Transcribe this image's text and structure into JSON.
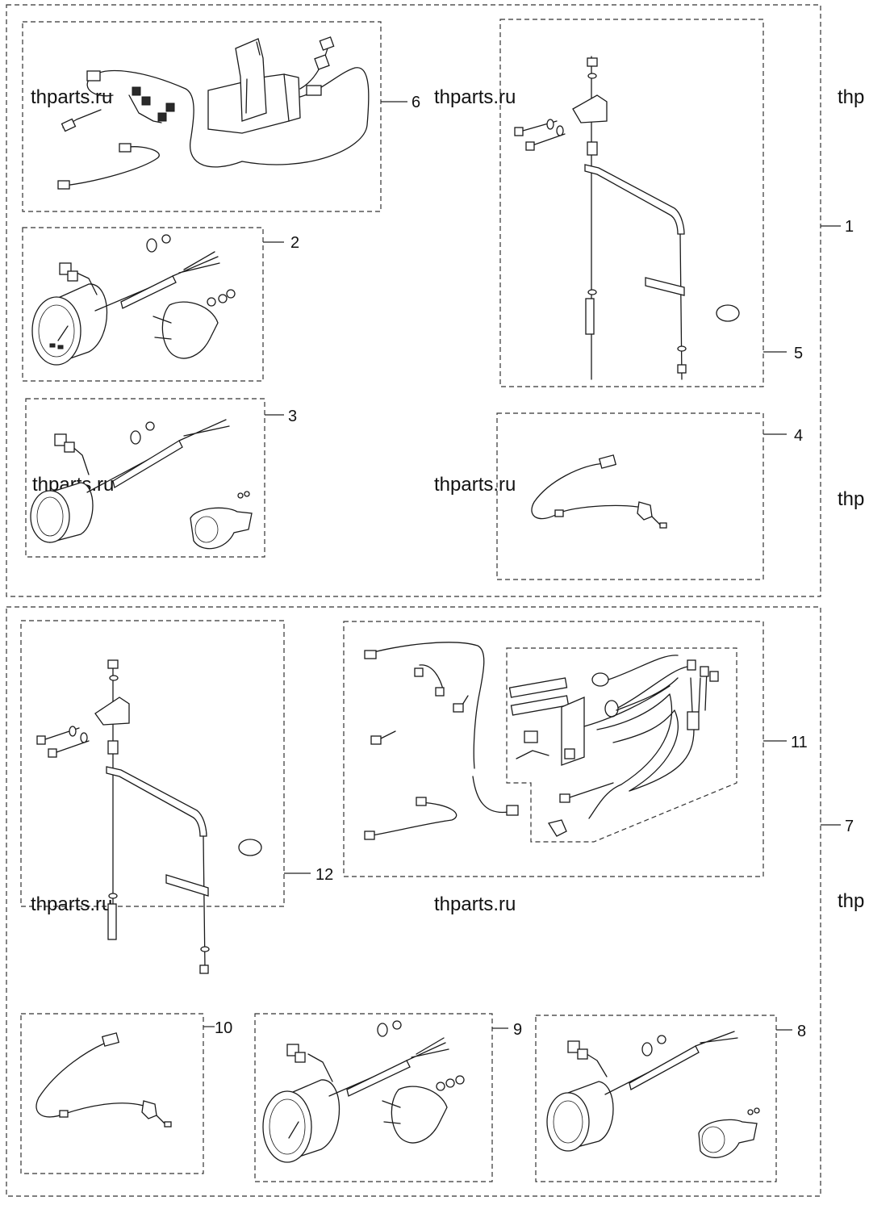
{
  "callouts": {
    "c1": "1",
    "c2": "2",
    "c3": "3",
    "c4": "4",
    "c5": "5",
    "c6": "6",
    "c7": "7",
    "c8": "8",
    "c9": "9",
    "c10": "10",
    "c11": "11",
    "c12": "12"
  },
  "watermark": "thparts.ru",
  "watermark_partial": "thp",
  "colors": {
    "line": "#1a1a1a",
    "background": "#ffffff"
  }
}
